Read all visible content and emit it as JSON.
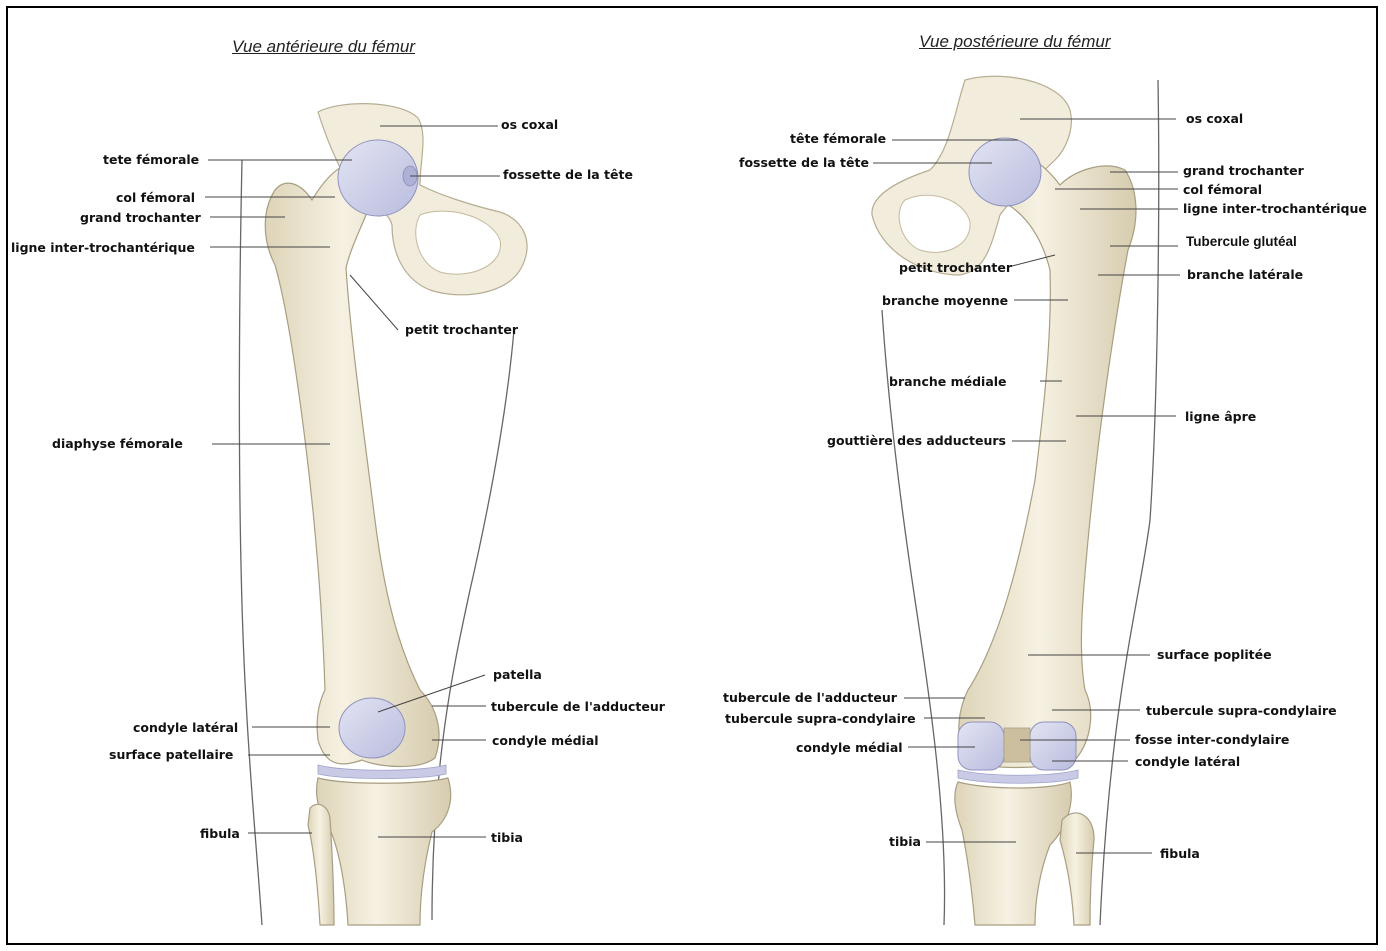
{
  "anterior": {
    "title": "Vue antérieure du fémur",
    "labels": {
      "os_coxal": "os coxal",
      "tete_femorale": "tete fémorale",
      "fossette_tete": "fossette de la tête",
      "col_femoral": "col fémoral",
      "grand_trochanter": "grand trochanter",
      "ligne_inter_trochanterique": "ligne inter-trochantérique",
      "petit_trochanter": "petit trochanter",
      "diaphyse_femorale": "diaphyse fémorale",
      "patella": "patella",
      "tubercule_adducteur": "tubercule de l'adducteur",
      "condyle_lateral": "condyle latéral",
      "condyle_medial": "condyle médial",
      "surface_patellaire": "surface patellaire",
      "fibula": "fibula",
      "tibia": "tibia"
    }
  },
  "posterior": {
    "title": "Vue postérieure du fémur",
    "labels": {
      "os_coxal": "os coxal",
      "tete_femorale": "tête fémorale",
      "fossette_tete": "fossette de la tête",
      "grand_trochanter": "grand trochanter",
      "col_femoral": "col fémoral",
      "ligne_inter_trochanterique": "ligne inter-trochantérique",
      "tubercule_gluteal": "Tubercule glutéal",
      "petit_trochanter": "petit trochanter",
      "branche_laterale": "branche latérale",
      "branche_moyenne": "branche moyenne",
      "branche_mediale": "branche médiale",
      "ligne_apre": "ligne âpre",
      "gouttiere_adducteurs": "gouttière des adducteurs",
      "surface_poplitee": "surface poplitée",
      "tubercule_adducteur": "tubercule de l'adducteur",
      "tubercule_supra_condylaire_left": "tubercule supra-condylaire",
      "tubercule_supra_condylaire_right": "tubercule supra-condylaire",
      "fosse_inter_condylaire": "fosse inter-condylaire",
      "condyle_medial": "condyle médial",
      "condyle_lateral": "condyle latéral",
      "tibia": "tibia",
      "fibula": "fibula"
    }
  },
  "colors": {
    "bone": "#efe9d6",
    "bone_shade": "#d8cfb4",
    "cartilage": "#c9cbe6",
    "outline": "#555555",
    "leader": "#444444",
    "frame": "#000000"
  }
}
